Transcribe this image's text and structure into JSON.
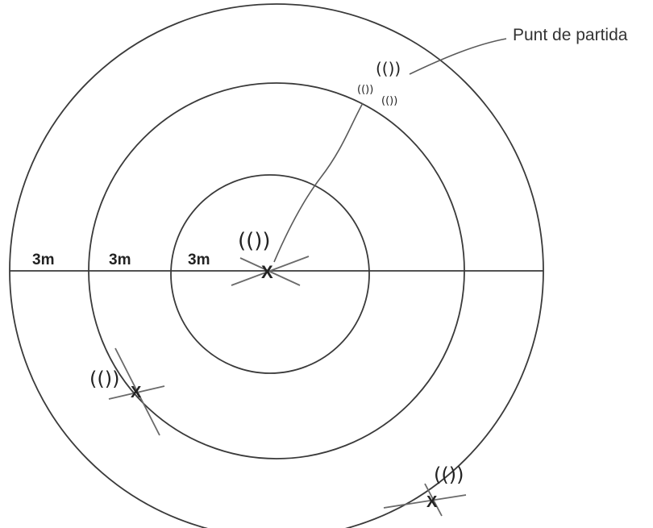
{
  "labels": {
    "start_point": "Punt de partida",
    "ring_distances": [
      "3m",
      "3m",
      "3m"
    ]
  },
  "marks": {
    "center_x": "X",
    "left_x": "X",
    "bottom_x": "X"
  },
  "sound_symbols": {
    "center": "(())",
    "left": "(())",
    "bottom": "(())",
    "start_top": "(())",
    "start_small_left": "(())",
    "start_small_right": "(())"
  }
}
